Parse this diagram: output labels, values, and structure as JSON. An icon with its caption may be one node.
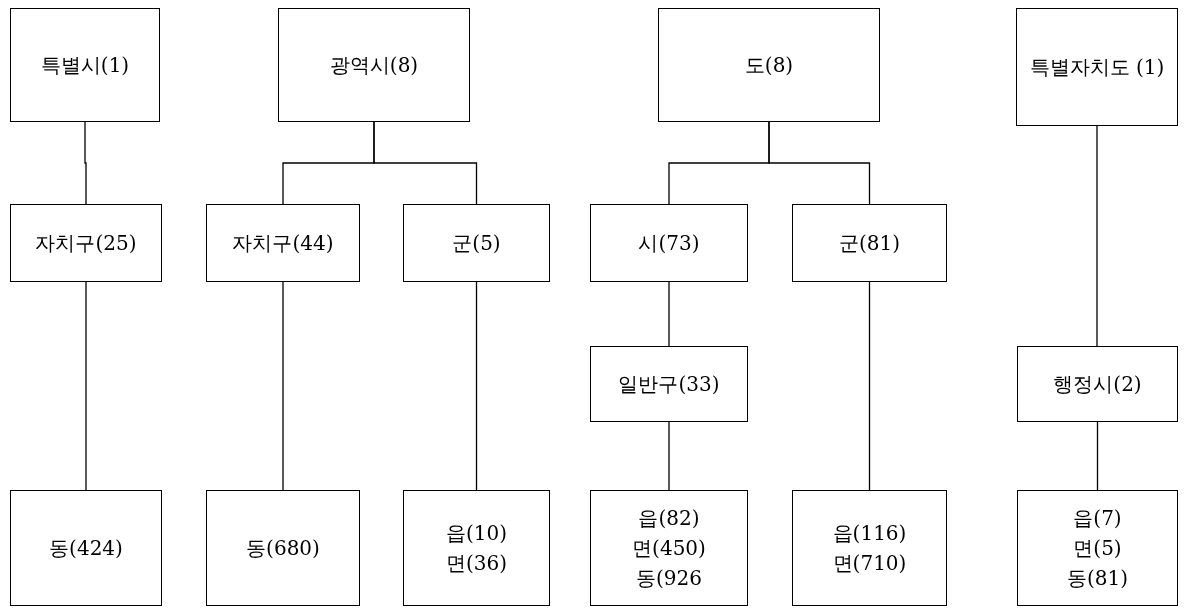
{
  "diagram": {
    "nodes": [
      {
        "text": [
          "특별시(1)"
        ]
      },
      {
        "text": [
          "광역시(8)"
        ]
      },
      {
        "text": [
          "도(8)"
        ]
      },
      {
        "text": [
          "특별자치도 (1)"
        ]
      },
      {
        "text": [
          "자치구(25)"
        ]
      },
      {
        "text": [
          "자치구(44)"
        ]
      },
      {
        "text": [
          "군(5)"
        ]
      },
      {
        "text": [
          "시(73)"
        ]
      },
      {
        "text": [
          "군(81)"
        ]
      },
      {
        "text": [
          "일반구(33)"
        ]
      },
      {
        "text": [
          "행정시(2)"
        ]
      },
      {
        "text": [
          "동(424)"
        ]
      },
      {
        "text": [
          "동(680)"
        ]
      },
      {
        "text": [
          "읍(10)",
          "면(36)"
        ]
      },
      {
        "text": [
          "읍(82)",
          "면(450)",
          "동(926"
        ]
      },
      {
        "text": [
          "읍(116)",
          "면(710)"
        ]
      },
      {
        "text": [
          "읍(7)",
          "면(5)",
          "동(81)"
        ]
      }
    ],
    "edges": [
      {
        "from": 0,
        "to": 4,
        "arrow": "none"
      },
      {
        "from": 1,
        "to": 5,
        "arrow": "none"
      },
      {
        "from": 1,
        "to": 6,
        "arrow": "none"
      },
      {
        "from": 2,
        "to": 7,
        "arrow": "none"
      },
      {
        "from": 2,
        "to": 8,
        "arrow": "none"
      },
      {
        "from": 3,
        "to": 10,
        "arrow": "none"
      },
      {
        "from": 4,
        "to": 11,
        "arrow": "none"
      },
      {
        "from": 5,
        "to": 12,
        "arrow": "none"
      },
      {
        "from": 6,
        "to": 13,
        "arrow": "none"
      },
      {
        "from": 7,
        "to": 9,
        "arrow": "none"
      },
      {
        "from": 9,
        "to": 14,
        "arrow": "none"
      },
      {
        "from": 8,
        "to": 15,
        "arrow": "none"
      },
      {
        "from": 10,
        "to": 16,
        "arrow": "none"
      }
    ]
  }
}
